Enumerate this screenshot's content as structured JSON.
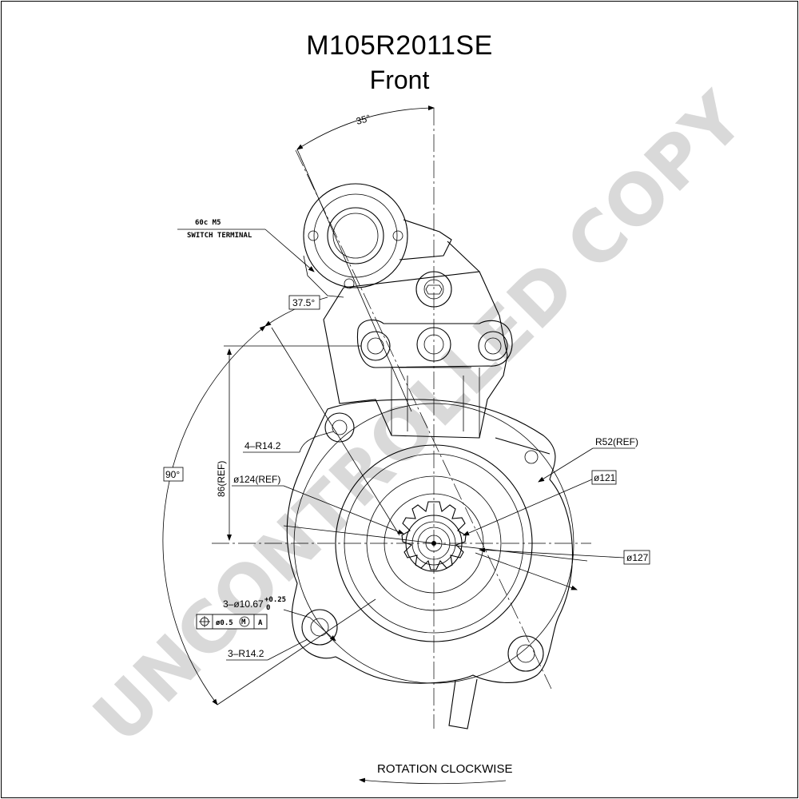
{
  "header": {
    "part_number": "M105R2011SE",
    "view": "Front"
  },
  "watermark": "UNCONTROLLED COPY",
  "dimensions": {
    "angle_top": "35°",
    "angle_terminal": "37.5°",
    "angle_left": "90°",
    "height_ref": "86(REF)",
    "radius_top": "4–R14.2",
    "radius_bottom": "3–R14.2",
    "diameter_124": "ø124(REF)",
    "radius_52": "R52(REF)",
    "diameter_121": "ø121",
    "diameter_127": "ø127",
    "hole_spec": "3–ø10.67",
    "hole_tol_upper": "+0.25",
    "hole_tol_lower": "0",
    "gdt_tolerance": "ø0.5",
    "gdt_modifier": "M",
    "gdt_datum": "A",
    "switch_terminal_size": "60c M5",
    "switch_terminal_label": "SWITCH TERMINAL"
  },
  "footer": {
    "rotation": "ROTATION  CLOCKWISE"
  }
}
